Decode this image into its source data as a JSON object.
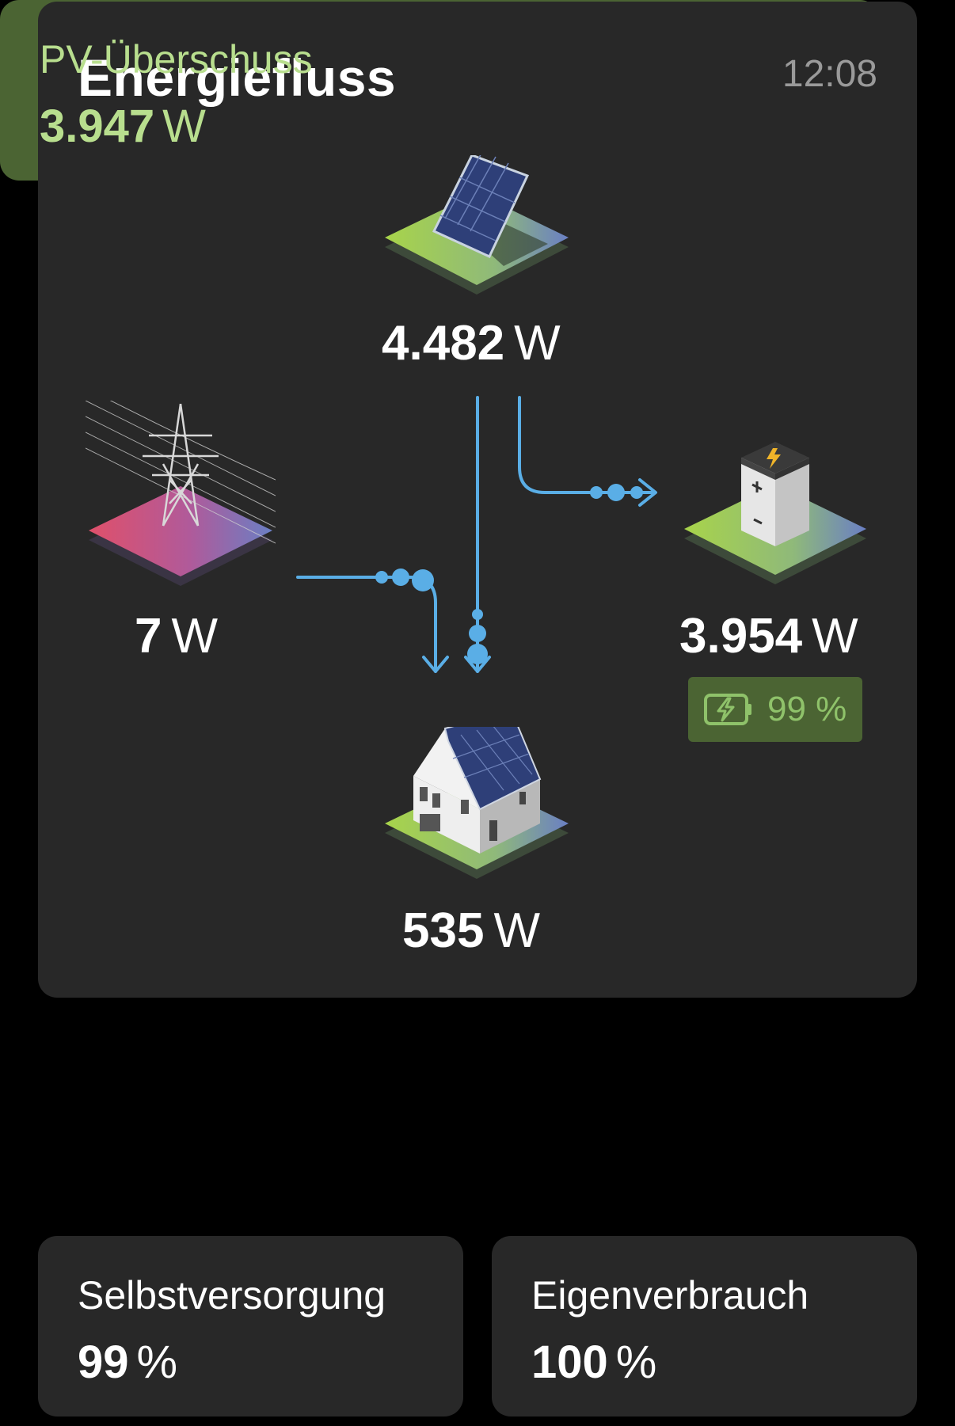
{
  "header": {
    "title": "Energiefluss",
    "time": "12:08"
  },
  "nodes": {
    "solar": {
      "value": "4.482",
      "unit": "W"
    },
    "grid": {
      "value": "7",
      "unit": "W"
    },
    "battery": {
      "value": "3.954",
      "unit": "W",
      "charge_label": "99 %",
      "charge_percent": 99
    },
    "house": {
      "value": "535",
      "unit": "W"
    }
  },
  "surplus": {
    "label": "PV-Überschuss",
    "value": "3.947",
    "unit": "W"
  },
  "self_supply": {
    "label": "Selbstversorgung",
    "value": "99",
    "unit": "%"
  },
  "own_consumption": {
    "label": "Eigenverbrauch",
    "value": "100",
    "unit": "%"
  },
  "colors": {
    "flow": "#5aaee6",
    "accent_green": "#8fc26a",
    "card": "#282828",
    "surplus_bg": "#4b6433"
  },
  "icons": [
    "solar-panel-icon",
    "power-pylon-icon",
    "battery-icon",
    "house-icon",
    "battery-charging-icon"
  ]
}
